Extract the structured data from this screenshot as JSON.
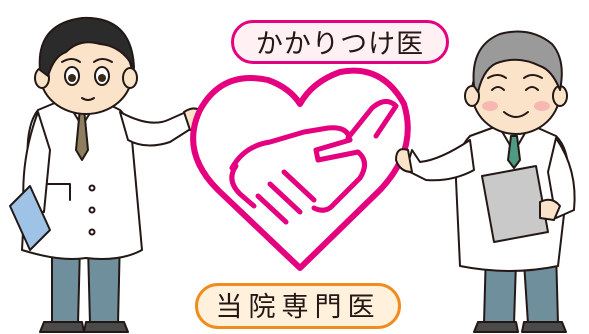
{
  "labels": {
    "top": "かかりつけ医",
    "bottom": "当院専門医"
  },
  "colors": {
    "heart_outline": "#e4007f",
    "top_label_border": "#e4007f",
    "top_label_fill": "#fff0f4",
    "bottom_label_border": "#f08c1e",
    "bottom_label_fill": "#fff1dc",
    "coat": "#ffffff",
    "pants": "#6f8f9c",
    "young_doctor_hair": "#2b2b2b",
    "senior_doctor_hair": "#9a9a9a",
    "young_doctor_tie": "#8c7e5e",
    "senior_doctor_tie": "#4f9a82",
    "clipboard_blue": "#9fc3e6",
    "clipboard_gray": "#c9c9c9",
    "skin": "#fbe3c9",
    "outline": "#231815"
  },
  "icons": {
    "left_figure": "young-doctor-illustration",
    "right_figure": "senior-doctor-illustration",
    "center": "heart-handshake-icon"
  }
}
